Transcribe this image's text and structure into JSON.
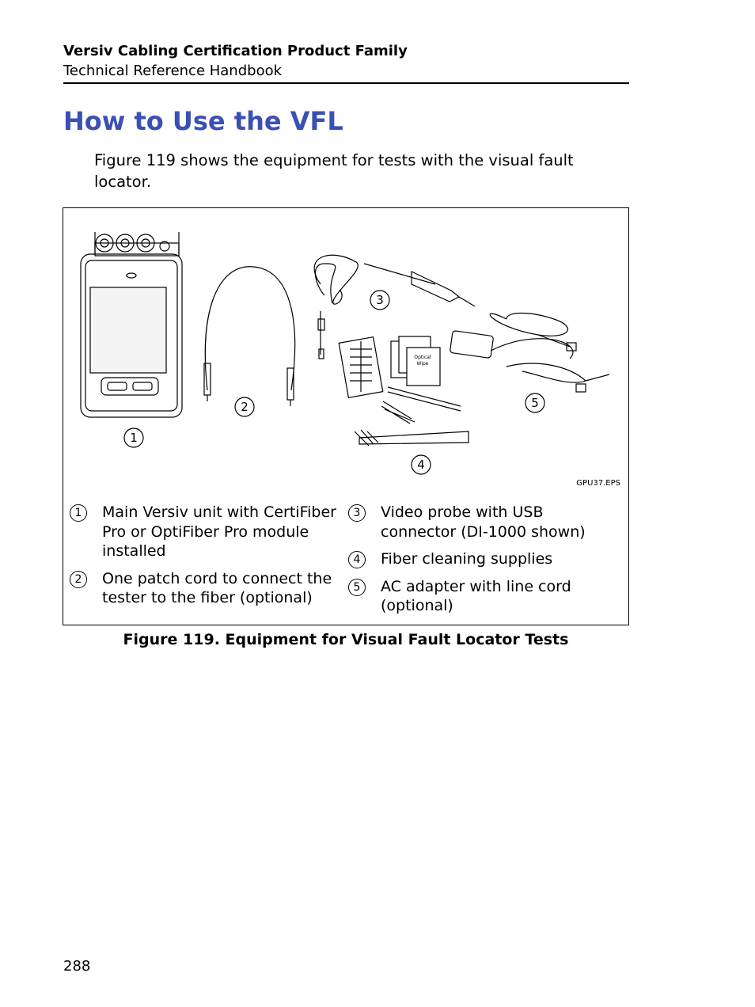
{
  "header": {
    "title": "Versiv Cabling Certification Product Family",
    "subtitle": "Technical Reference Handbook"
  },
  "section_title": "How to Use the VFL",
  "intro": "Figure 119 shows the equipment for tests with the visual fault locator.",
  "figure": {
    "art_code": "GPU37.EPS",
    "callouts": [
      "1",
      "2",
      "3",
      "4",
      "5"
    ],
    "device_labels": [
      "Optical",
      "Wipe"
    ],
    "legend": [
      {
        "num": "1",
        "text": "Main Versiv unit with CertiFiber Pro or OptiFiber Pro module installed"
      },
      {
        "num": "2",
        "text": "One patch cord to connect the tester to the fiber (optional)"
      },
      {
        "num": "3",
        "text": "Video probe with USB connector (DI-1000 shown)"
      },
      {
        "num": "4",
        "text": "Fiber cleaning supplies"
      },
      {
        "num": "5",
        "text": "AC adapter with line cord (optional)"
      }
    ]
  },
  "caption": "Figure 119. Equipment for Visual Fault Locator Tests",
  "page_number": "288"
}
